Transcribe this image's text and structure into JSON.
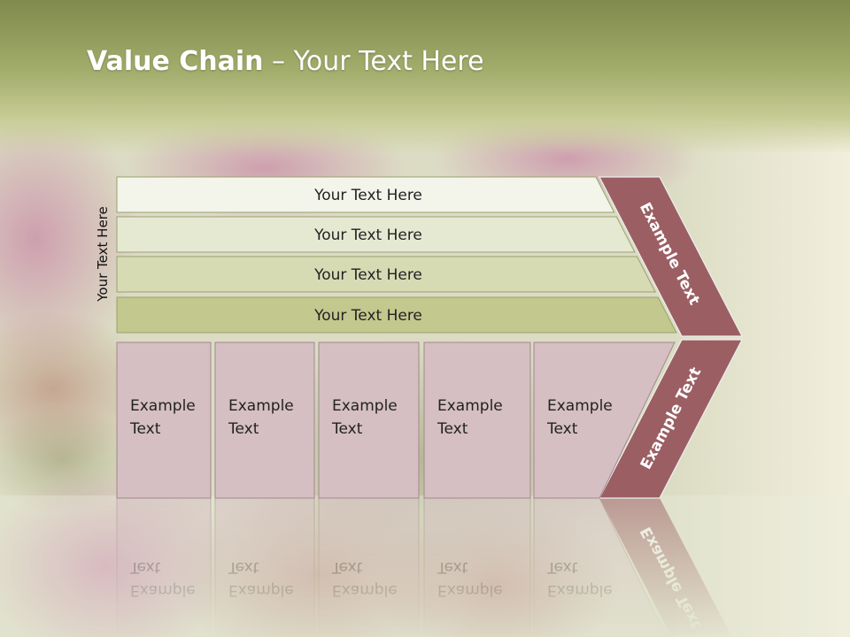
{
  "slide": {
    "title_bold": "Value Chain",
    "title_rest": " – Your Text Here",
    "side_label": "Your Text Here"
  },
  "bars": [
    {
      "label": "Your Text Here",
      "color": "#f3f4ea"
    },
    {
      "label": "Your Text Here",
      "color": "#e6e9d2"
    },
    {
      "label": "Your Text Here",
      "color": "#d6dbb4"
    },
    {
      "label": "Your Text Here",
      "color": "#c2c88e"
    }
  ],
  "boxes": [
    {
      "line1": "Example",
      "line2": "Text"
    },
    {
      "line1": "Example",
      "line2": "Text"
    },
    {
      "line1": "Example",
      "line2": "Text"
    },
    {
      "line1": "Example",
      "line2": "Text"
    },
    {
      "line1": "Example",
      "line2": "Text"
    }
  ],
  "chevron": {
    "upper_label": "Example Text",
    "lower_label": "Example Text",
    "color": "#9b5f63"
  },
  "colors": {
    "header": "#97a262",
    "box_fill": "#d5bfc2"
  }
}
